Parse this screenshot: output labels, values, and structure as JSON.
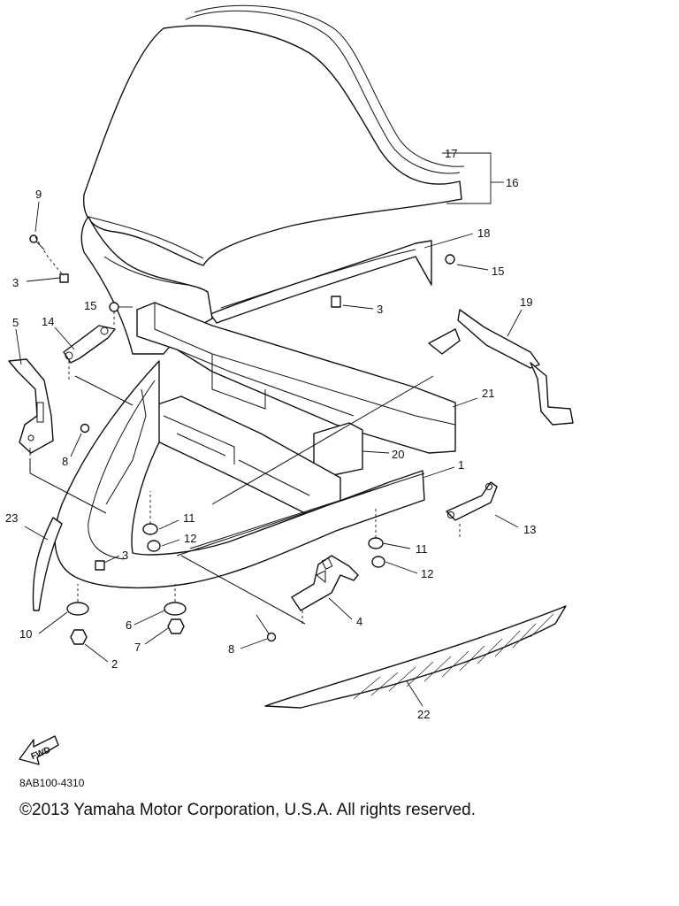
{
  "callouts": [
    {
      "id": "c9",
      "text": "9"
    },
    {
      "id": "c3a",
      "text": "3"
    },
    {
      "id": "c17",
      "text": "17"
    },
    {
      "id": "c16",
      "text": "16"
    },
    {
      "id": "c18",
      "text": "18"
    },
    {
      "id": "c15a",
      "text": "15"
    },
    {
      "id": "c15b",
      "text": "15"
    },
    {
      "id": "c3b",
      "text": "3"
    },
    {
      "id": "c5",
      "text": "5"
    },
    {
      "id": "c14",
      "text": "14"
    },
    {
      "id": "c19",
      "text": "19"
    },
    {
      "id": "c21",
      "text": "21"
    },
    {
      "id": "c8a",
      "text": "8"
    },
    {
      "id": "c20",
      "text": "20"
    },
    {
      "id": "c1",
      "text": "1"
    },
    {
      "id": "c23",
      "text": "23"
    },
    {
      "id": "c11a",
      "text": "11"
    },
    {
      "id": "c12a",
      "text": "12"
    },
    {
      "id": "c13",
      "text": "13"
    },
    {
      "id": "c3c",
      "text": "3"
    },
    {
      "id": "c11b",
      "text": "11"
    },
    {
      "id": "c12b",
      "text": "12"
    },
    {
      "id": "c4",
      "text": "4"
    },
    {
      "id": "c10",
      "text": "10"
    },
    {
      "id": "c6",
      "text": "6"
    },
    {
      "id": "c7",
      "text": "7"
    },
    {
      "id": "c8b",
      "text": "8"
    },
    {
      "id": "c2",
      "text": "2"
    },
    {
      "id": "c22",
      "text": "22"
    }
  ],
  "fwd_label": "FWD",
  "diagram_code": "8AB100-4310",
  "copyright": "©2013 Yamaha Motor Corporation, U.S.A. All rights reserved."
}
